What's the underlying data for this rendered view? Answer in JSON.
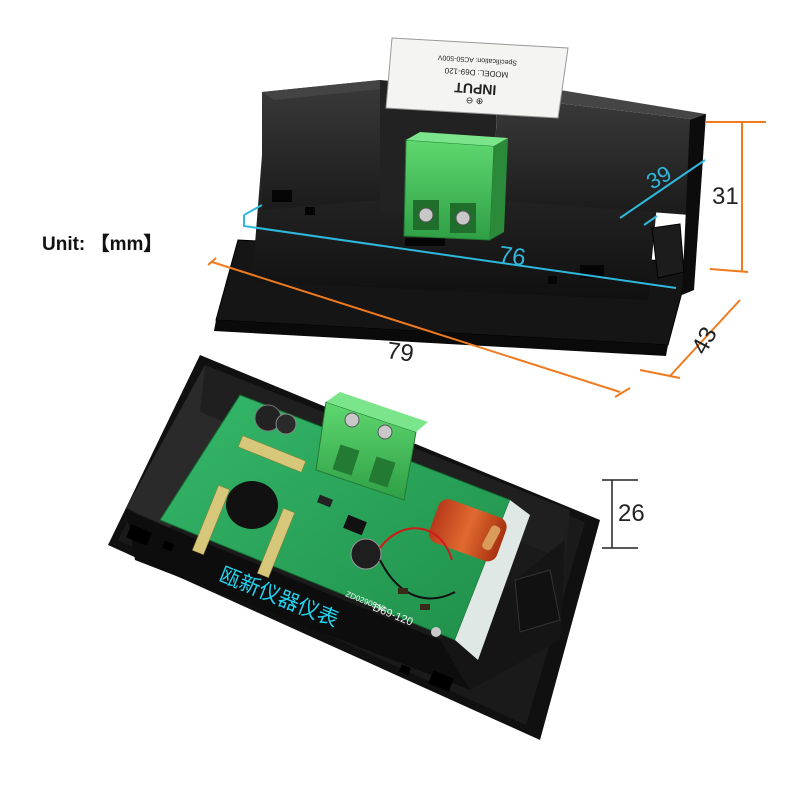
{
  "unit": {
    "prefix": "Unit: ",
    "bracket_open": "【",
    "unit": "mm",
    "bracket_close": "】"
  },
  "dimensions": {
    "length": "79",
    "inner_width": "76",
    "depth_inner": "39",
    "depth_outer": "43",
    "height": "31",
    "board_height": "26"
  },
  "label": {
    "symbols": "⊕ ⊖",
    "title": "INPUT",
    "model": "MODEL: D69-120",
    "spec": "Specification: AC50-500V"
  },
  "board": {
    "watermark": "瓯新仪器仪表",
    "pcb_code": "ZD0290540",
    "model_code": "D69-120"
  },
  "colors": {
    "dimension_orange": "#f07a1e",
    "dimension_cyan": "#2fb8dc",
    "pcb_green": "#2fb060",
    "terminal_green": "#3fbf55",
    "housing_black": "#1a1a1a"
  }
}
